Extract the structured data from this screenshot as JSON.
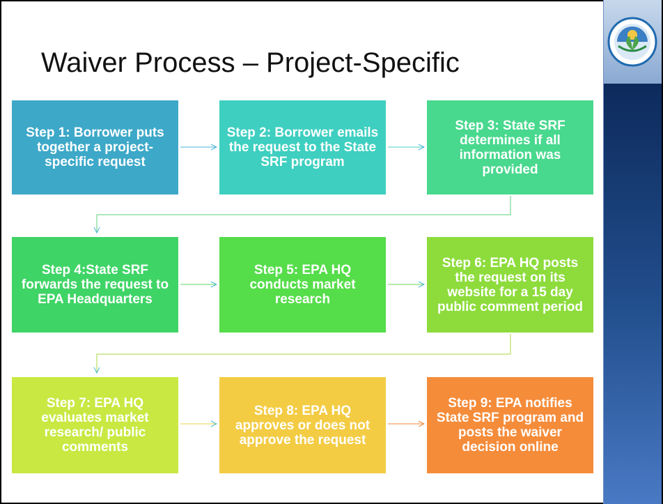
{
  "title": "Waiver Process – Project-Specific",
  "steps": [
    {
      "label": "Step 1: Borrower puts together a project-specific request",
      "color": "#3da8c8"
    },
    {
      "label": "Step 2: Borrower emails the request to the State SRF program",
      "color": "#3ecfc0"
    },
    {
      "label": "Step 3: State SRF determines if all information was provided",
      "color": "#48d88e"
    },
    {
      "label": "Step 4:State SRF forwards the request to EPA Headquarters",
      "color": "#3fd466"
    },
    {
      "label": "Step 5: EPA HQ conducts market research",
      "color": "#55dd4a"
    },
    {
      "label": "Step 6: EPA HQ posts the request on its website for a 15 day public comment period",
      "color": "#8ddc3c"
    },
    {
      "label": "Step 7: EPA HQ evaluates market research/ public comments",
      "color": "#c9e842"
    },
    {
      "label": "Step 8: EPA HQ approves or does not approve the request",
      "color": "#f3cc44"
    },
    {
      "label": "Step 9: EPA notifies State SRF program and posts the waiver decision online",
      "color": "#f58c3a"
    }
  ],
  "sidebar": {
    "logo_icon": "epa-seal-icon",
    "gradient_top": "#0d2a5c",
    "gradient_bottom": "#4a79c4"
  }
}
